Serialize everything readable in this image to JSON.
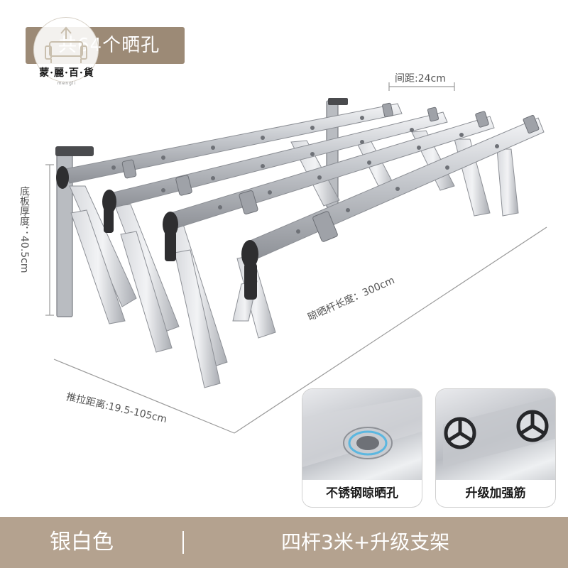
{
  "badge": {
    "text": "共64个晒孔"
  },
  "logo": {
    "text": "蒙·麗·百·貨",
    "sub": "mengli"
  },
  "dimensions": {
    "spacing": "间距:24cm",
    "thickness": "底板厚度：40.5cm",
    "rod_length": "晾晒杆长度：300cm",
    "push_distance": "推拉距离:19.5-105cm"
  },
  "details": [
    {
      "label": "不锈钢晾晒孔",
      "icon": "eyelet-hole-icon"
    },
    {
      "label": "升级加强筋",
      "icon": "tube-rib-icon"
    }
  ],
  "bottom": {
    "color_option": "银白色",
    "spec_option": "四杆3米+升级支架"
  },
  "colors": {
    "badge": "#9c8a76",
    "bottom_bar": "#b4a28f",
    "metal": "#c9ccd1",
    "joint": "#2e2e30"
  }
}
